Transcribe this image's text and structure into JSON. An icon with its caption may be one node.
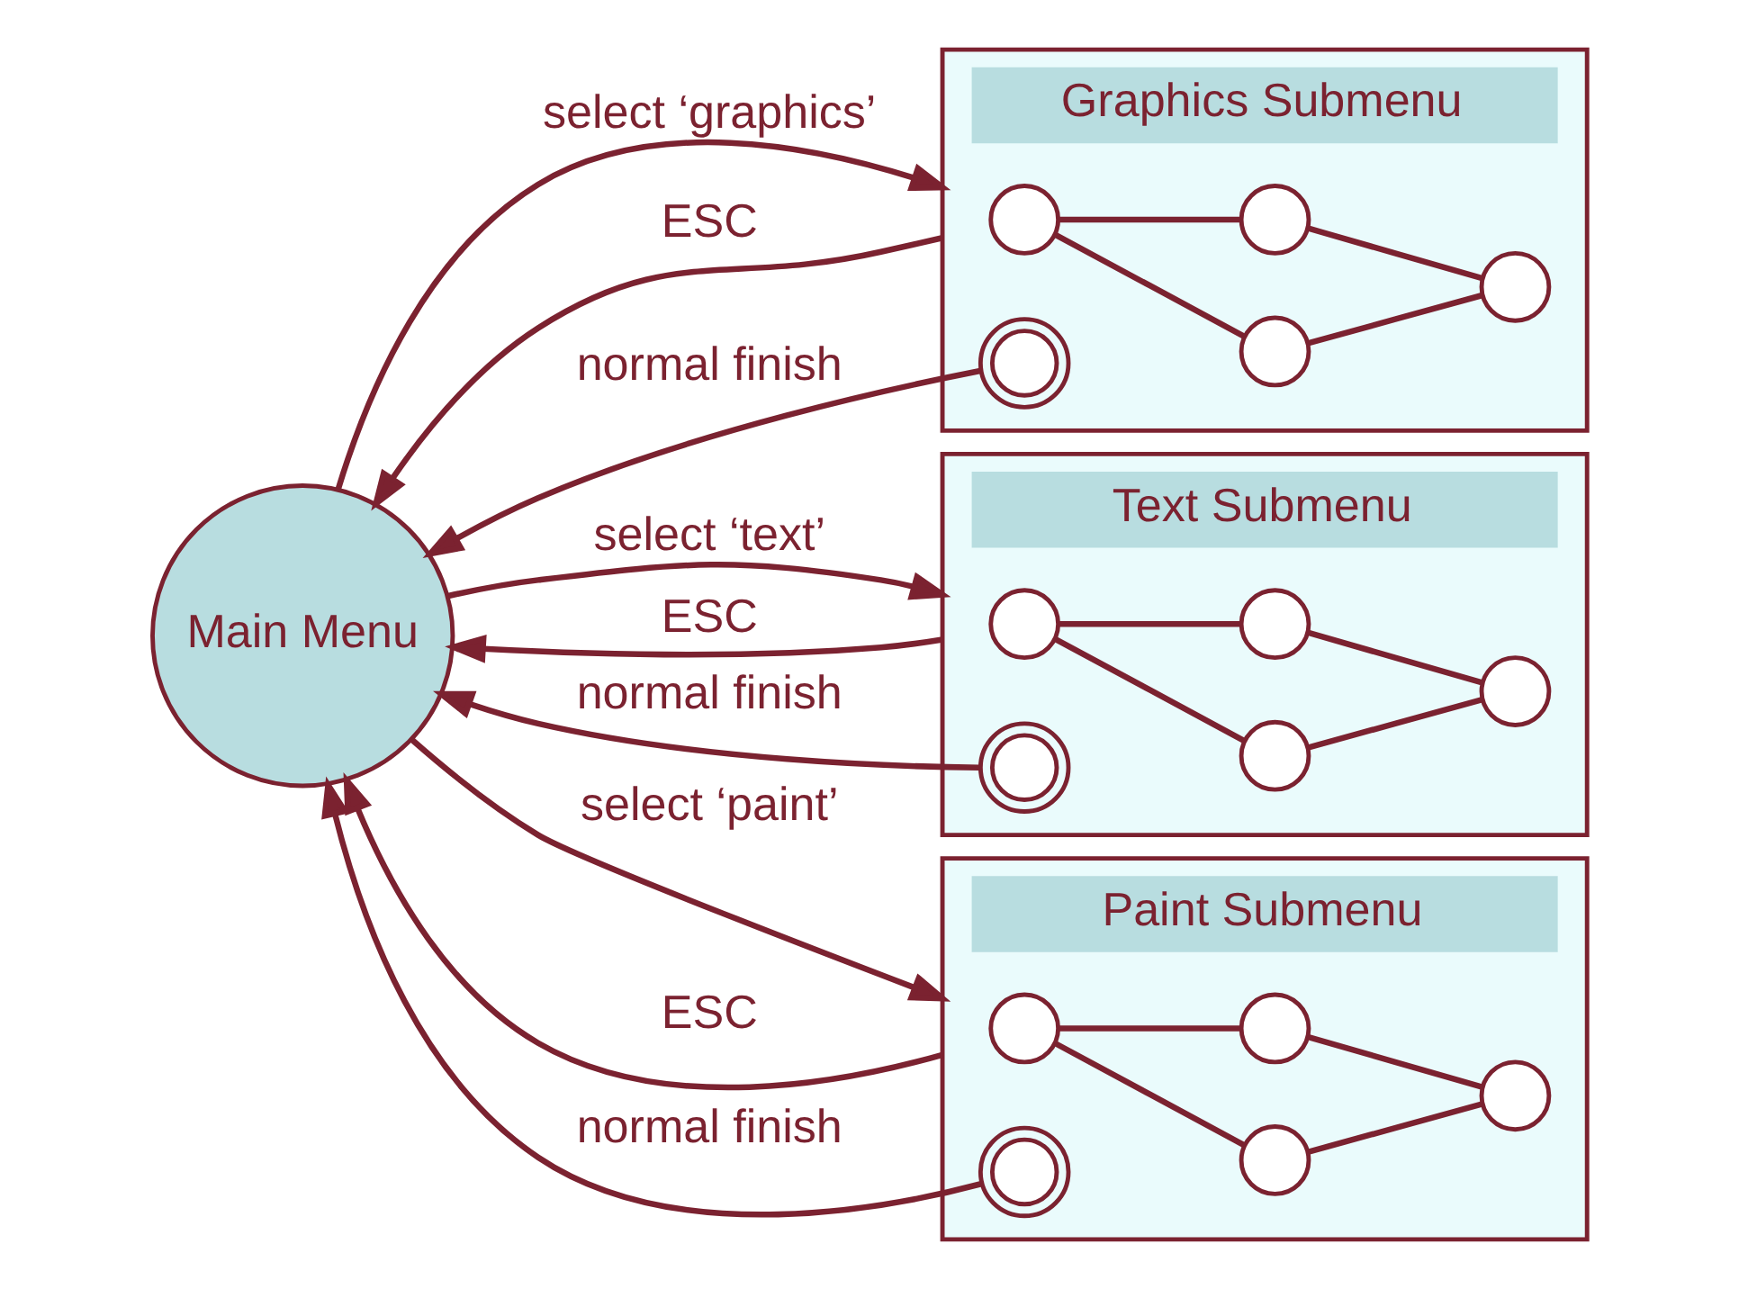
{
  "diagram": {
    "nodes": [
      {
        "text": [
          "Main Menu"
        ]
      },
      {
        "text": [
          "Graphics Submenu"
        ]
      },
      {
        "text": [],
        "shape": "circle",
        "in": 1
      },
      {
        "text": [],
        "shape": "circle",
        "in": 1
      },
      {
        "text": [],
        "shape": "circle",
        "in": 1
      },
      {
        "text": [],
        "shape": "circle",
        "in": 1
      },
      {
        "text": [],
        "shape": "doublecircle",
        "in": 1
      },
      {
        "text": [
          "Text Submenu"
        ]
      },
      {
        "text": [],
        "shape": "circle",
        "in": 7
      },
      {
        "text": [],
        "shape": "circle",
        "in": 7
      },
      {
        "text": [],
        "shape": "circle",
        "in": 7
      },
      {
        "text": [],
        "shape": "circle",
        "in": 7
      },
      {
        "text": [],
        "shape": "doublecircle",
        "in": 7
      },
      {
        "text": [
          "Paint Submenu"
        ]
      },
      {
        "text": [],
        "shape": "circle",
        "in": 13
      },
      {
        "text": [],
        "shape": "circle",
        "in": 13
      },
      {
        "text": [],
        "shape": "circle",
        "in": 13
      },
      {
        "text": [],
        "shape": "circle",
        "in": 13
      },
      {
        "text": [],
        "shape": "doublecircle",
        "in": 13
      }
    ],
    "edges": [
      {
        "from": 0,
        "to": 1,
        "arrow": "to",
        "label": "select ‘graphics’"
      },
      {
        "from": 0,
        "to": 7,
        "arrow": "to",
        "label": "select ‘text’"
      },
      {
        "from": 0,
        "to": 13,
        "arrow": "to",
        "label": "select ‘paint’"
      },
      {
        "from": 2,
        "to": 3,
        "arrow": "none"
      },
      {
        "from": 3,
        "to": 4,
        "arrow": "none"
      },
      {
        "from": 2,
        "to": 5,
        "arrow": "none"
      },
      {
        "from": 5,
        "to": 4,
        "arrow": "none"
      },
      {
        "from": 8,
        "to": 9,
        "arrow": "none"
      },
      {
        "from": 9,
        "to": 10,
        "arrow": "none"
      },
      {
        "from": 8,
        "to": 11,
        "arrow": "none"
      },
      {
        "from": 11,
        "to": 10,
        "arrow": "none"
      },
      {
        "from": 14,
        "to": 15,
        "arrow": "none"
      },
      {
        "from": 15,
        "to": 16,
        "arrow": "none"
      },
      {
        "from": 14,
        "to": 17,
        "arrow": "none"
      },
      {
        "from": 17,
        "to": 16,
        "arrow": "none"
      },
      {
        "from": 1,
        "to": 0,
        "arrow": "to",
        "label": "ESC"
      },
      {
        "from": 6,
        "to": 0,
        "arrow": "to",
        "label": "normal finish"
      },
      {
        "from": 7,
        "to": 0,
        "arrow": "to",
        "label": "ESC"
      },
      {
        "from": 12,
        "to": 0,
        "arrow": "to",
        "label": "normal finish"
      },
      {
        "from": 13,
        "to": 0,
        "arrow": "to",
        "label": "ESC"
      },
      {
        "from": 18,
        "to": 0,
        "arrow": "to",
        "label": "normal finish"
      }
    ]
  }
}
